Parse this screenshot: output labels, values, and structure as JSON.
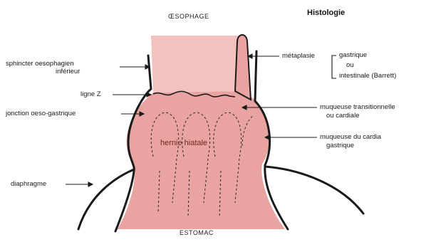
{
  "diagram": {
    "top_caption": "ŒSOPHAGE",
    "bottom_caption": "ESTOMAC",
    "heading": "Histologie",
    "center_label": "hernie hiatale",
    "colors": {
      "tissue": "#e9a3a0",
      "tissue_light": "#f1c2be",
      "outline": "#1a1a1a"
    },
    "left_labels": {
      "sphincter_line1": "sphincter oesophagien",
      "sphincter_line2": "inférieur",
      "ligne_z": "ligne Z",
      "jonction": "jonction oeso-gastrique",
      "diaphragme": "diaphragme"
    },
    "right_labels": {
      "metaplasie": "métaplasie",
      "gastrique": "gastrique",
      "ou": "ou",
      "intestinale": "intestinale (Barrett)",
      "transitionnelle_line1": "muqueuse transitionnelle",
      "transitionnelle_line2": "ou cardiale",
      "cardia_line1": "muqueuse du cardia",
      "cardia_line2": "gastrique"
    }
  }
}
